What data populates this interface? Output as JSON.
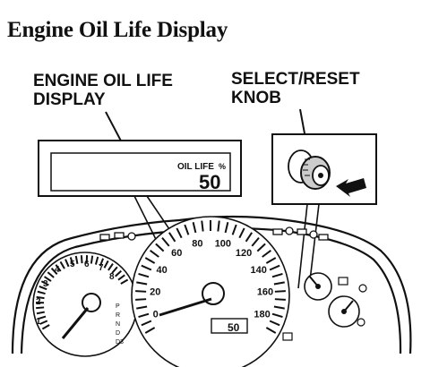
{
  "title": "Engine Oil Life Display",
  "callouts": {
    "display_line1": "ENGINE OIL LIFE",
    "display_line2": "DISPLAY",
    "knob_line1": "SELECT/RESET",
    "knob_line2": "KNOB"
  },
  "lcd": {
    "label": "OIL LIFE",
    "unit": "%",
    "value": "50"
  },
  "cluster": {
    "speedo_ticks": [
      "0",
      "20",
      "40",
      "60",
      "80",
      "100",
      "120",
      "140",
      "160",
      "180"
    ],
    "tach_ticks": [
      "1",
      "2",
      "3",
      "4",
      "5",
      "6",
      "7",
      "8"
    ],
    "mini_lcd_value": "50"
  }
}
